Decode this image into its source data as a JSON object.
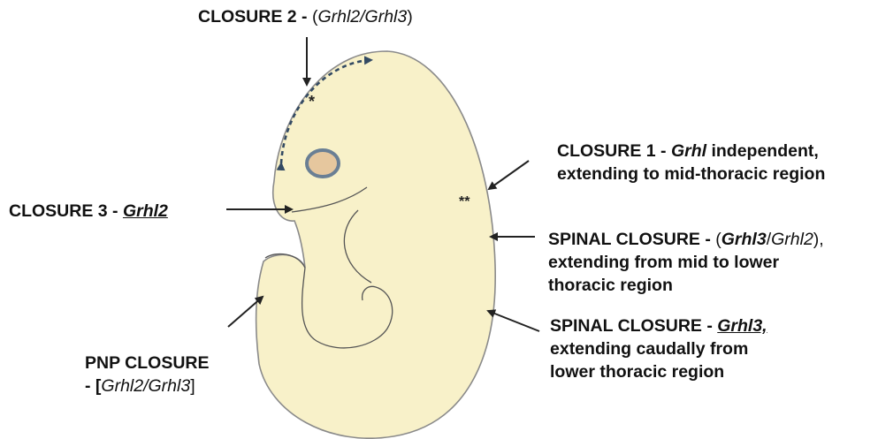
{
  "labels": {
    "closure2": {
      "title": "CLOSURE 2 - ",
      "open": "(",
      "gene": "Grhl2/Grhl3",
      "close": ")"
    },
    "closure1": {
      "title": "CLOSURE 1 - ",
      "gene": "Grhl",
      "rest1": " independent,",
      "line2": "extending to mid-thoracic region"
    },
    "closure3": {
      "title": "CLOSURE 3 - ",
      "gene": "Grhl2"
    },
    "spinal1": {
      "title": "SPINAL CLOSURE - ",
      "open": "(",
      "gene_bold": "Grhl3",
      "slash": "/",
      "gene2": "Grhl2",
      "close": "),",
      "line2": "extending from mid to lower",
      "line3": "thoracic region"
    },
    "spinal2": {
      "title": "SPINAL CLOSURE - ",
      "gene": "Grhl3,",
      "line2": "extending caudally from",
      "line3": "lower thoracic region"
    },
    "pnp": {
      "title": "PNP CLOSURE",
      "dash": "- [",
      "gene": "Grhl2/Grhl3",
      "close": "]"
    }
  },
  "markers": {
    "star_single": "*",
    "star_double": "**"
  },
  "colors": {
    "embryo_fill": "#f8f1c9",
    "embryo_outline": "#8a8a8a",
    "line": "#555555",
    "eye_ring": "#6a7f94",
    "eye_fill": "#e6c79e",
    "arrow": "#222222",
    "dashed_arrow": "#334a63"
  }
}
